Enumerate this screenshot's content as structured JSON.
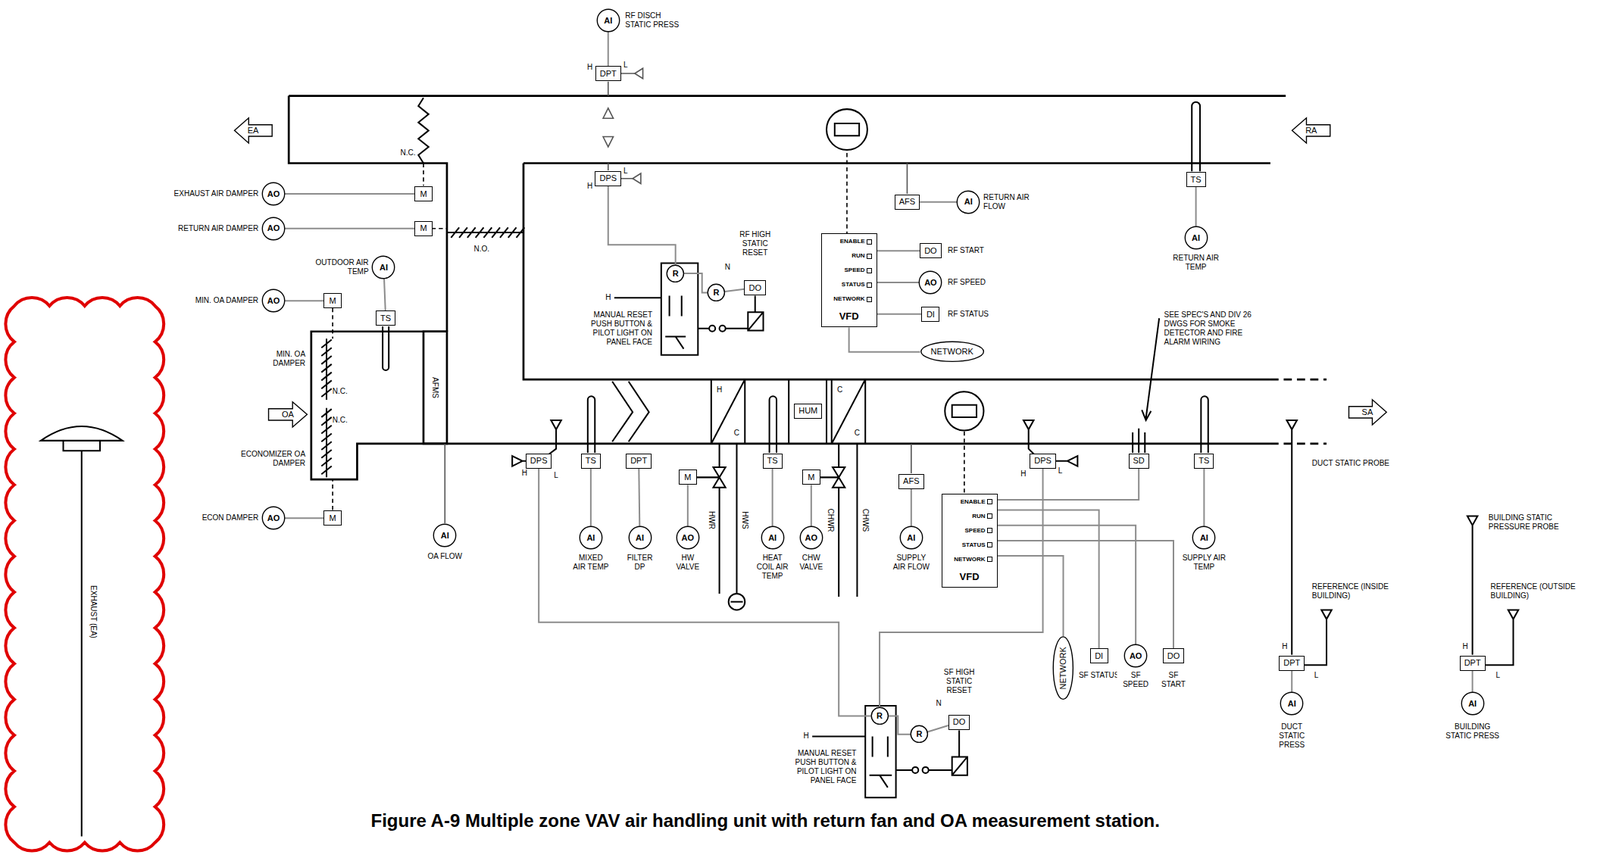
{
  "diagram": {
    "caption": "Figure A-9 Multiple zone VAV air handling unit with return fan and OA measurement station.",
    "nodes": [
      {
        "text": [
          "AI"
        ]
      },
      {
        "text": [
          "DPT"
        ]
      },
      {
        "text": [
          "EA"
        ]
      },
      {
        "text": [
          "RA"
        ]
      },
      {
        "text": [
          "DPS"
        ]
      },
      {
        "text": [
          "AO"
        ]
      },
      {
        "text": [
          "M"
        ]
      },
      {
        "text": [
          "AO"
        ]
      },
      {
        "text": [
          "M"
        ]
      },
      {
        "text": [
          "AFS"
        ]
      },
      {
        "text": [
          "AI"
        ]
      },
      {
        "text": [
          "TS"
        ]
      },
      {
        "text": [
          "ENABLE",
          "RUN",
          "SPEED",
          "STATUS",
          "NETWORK",
          "VFD"
        ]
      },
      {
        "text": [
          "DO"
        ]
      },
      {
        "text": [
          "AO"
        ]
      },
      {
        "text": [
          "DI"
        ]
      },
      {
        "text": [
          "NETWORK"
        ]
      },
      {
        "text": [
          "AI"
        ]
      },
      {
        "text": [
          "AI"
        ]
      },
      {
        "text": [
          "R"
        ]
      },
      {
        "text": [
          "R"
        ]
      },
      {
        "text": [
          "DO"
        ]
      },
      {
        "text": [
          "AO"
        ]
      },
      {
        "text": [
          "M"
        ]
      },
      {
        "text": [
          "TS"
        ]
      },
      {
        "text": [
          "OA"
        ]
      },
      {
        "text": [
          "HUM"
        ]
      },
      {
        "text": [
          "SA"
        ]
      },
      {
        "text": [
          "DPS"
        ]
      },
      {
        "text": [
          "TS"
        ]
      },
      {
        "text": [
          "DPT"
        ]
      },
      {
        "text": [
          "M"
        ]
      },
      {
        "text": [
          "TS"
        ]
      },
      {
        "text": [
          "M"
        ]
      },
      {
        "text": [
          "AFS"
        ]
      },
      {
        "text": [
          "ENABLE",
          "RUN",
          "SPEED",
          "STATUS",
          "NETWORK",
          "VFD"
        ]
      },
      {
        "text": [
          "DPS"
        ]
      },
      {
        "text": [
          "SD"
        ]
      },
      {
        "text": [
          "TS"
        ]
      },
      {
        "text": [
          "AO"
        ]
      },
      {
        "text": [
          "M"
        ]
      },
      {
        "text": [
          "AI"
        ]
      },
      {
        "text": [
          "AI"
        ]
      },
      {
        "text": [
          "AI"
        ]
      },
      {
        "text": [
          "AO"
        ]
      },
      {
        "text": [
          "AI"
        ]
      },
      {
        "text": [
          "AO"
        ]
      },
      {
        "text": [
          "AI"
        ]
      },
      {
        "text": [
          "AI"
        ]
      },
      {
        "text": [
          "NETWORK"
        ]
      },
      {
        "text": [
          "DI"
        ]
      },
      {
        "text": [
          "AO"
        ]
      },
      {
        "text": [
          "DO"
        ]
      },
      {
        "text": [
          "DPT"
        ]
      },
      {
        "text": [
          "AI"
        ]
      },
      {
        "text": [
          "DPT"
        ]
      },
      {
        "text": [
          "AI"
        ]
      },
      {
        "text": [
          "R"
        ]
      },
      {
        "text": [
          "R"
        ]
      },
      {
        "text": [
          "DO"
        ]
      }
    ],
    "edges": [
      {
        "from": 0,
        "to": 1,
        "arrow": "none"
      },
      {
        "from": 5,
        "to": 6,
        "arrow": "none"
      },
      {
        "from": 7,
        "to": 8,
        "arrow": "none"
      },
      {
        "from": 22,
        "to": 23,
        "arrow": "none"
      },
      {
        "from": 39,
        "to": 40,
        "arrow": "none"
      },
      {
        "from": 18,
        "to": 24,
        "arrow": "none"
      },
      {
        "from": 9,
        "to": 10,
        "arrow": "none"
      },
      {
        "from": 11,
        "to": 17,
        "arrow": "none"
      },
      {
        "from": 12,
        "to": 13,
        "arrow": "none"
      },
      {
        "from": 12,
        "to": 14,
        "arrow": "none"
      },
      {
        "from": 12,
        "to": 15,
        "arrow": "none"
      },
      {
        "from": 12,
        "to": 16,
        "arrow": "none"
      },
      {
        "from": 4,
        "to": 19,
        "arrow": "none"
      },
      {
        "from": 19,
        "to": 20,
        "arrow": "none"
      },
      {
        "from": 20,
        "to": 21,
        "arrow": "none"
      },
      {
        "from": 28,
        "to": 57,
        "arrow": "none"
      },
      {
        "from": 29,
        "to": 42,
        "arrow": "none"
      },
      {
        "from": 30,
        "to": 43,
        "arrow": "none"
      },
      {
        "from": 31,
        "to": 44,
        "arrow": "none"
      },
      {
        "from": 32,
        "to": 45,
        "arrow": "none"
      },
      {
        "from": 33,
        "to": 46,
        "arrow": "none"
      },
      {
        "from": 34,
        "to": 47,
        "arrow": "none"
      },
      {
        "from": 38,
        "to": 48,
        "arrow": "none"
      },
      {
        "from": 35,
        "to": 50,
        "arrow": "none"
      },
      {
        "from": 35,
        "to": 51,
        "arrow": "none"
      },
      {
        "from": 35,
        "to": 52,
        "arrow": "none"
      },
      {
        "from": 35,
        "to": 49,
        "arrow": "none"
      },
      {
        "from": 37,
        "to": 35,
        "arrow": "none"
      },
      {
        "from": 36,
        "to": 57,
        "arrow": "none"
      },
      {
        "from": 57,
        "to": 58,
        "arrow": "none"
      },
      {
        "from": 58,
        "to": 59,
        "arrow": "none"
      },
      {
        "from": 53,
        "to": 54,
        "arrow": "none"
      },
      {
        "from": 55,
        "to": 56,
        "arrow": "none"
      }
    ],
    "labels": [
      "RF DISCH STATIC PRESS",
      "H",
      "L",
      "N.C.",
      "EXHAUST AIR DAMPER",
      "H",
      "L",
      "RETURN AIR DAMPER",
      "N.O.",
      "RF HIGH STATIC RESET",
      "N",
      "RETURN AIR FLOW",
      "RF START",
      "RF SPEED",
      "OUTDOOR AIR TEMP",
      "RETURN AIR TEMP",
      "H",
      "MIN. OA DAMPER",
      "RF STATUS",
      "MANUAL RESET PUSH BUTTON & PILOT LIGHT ON PANEL FACE",
      "SEE SPEC'S AND DIV 26 DWGS FOR SMOKE DETECTOR AND FIRE ALARM WIRING",
      "AFMS",
      "MIN. OA DAMPER",
      "N.C.",
      "H",
      "C",
      "C",
      "C",
      "N.C.",
      "ECONOMIZER OA DAMPER",
      "DUCT STATIC PROBE",
      "H",
      "L",
      "H",
      "L",
      "HWR",
      "HWS",
      "CHWR",
      "CHWS",
      "BUILDING STATIC PRESSURE PROBE",
      "ECON DAMPER",
      "OA FLOW",
      "MIXED AIR TEMP",
      "FILTER DP",
      "HW VALVE",
      "HEAT COIL AIR TEMP",
      "CHW VALVE",
      "SUPPLY AIR FLOW",
      "SUPPLY AIR TEMP",
      "REFERENCE (INSIDE BUILDING)",
      "REFERENCE (OUTSIDE BUILDING)",
      "H",
      "L",
      "H",
      "L",
      "SF HIGH STATIC RESET",
      "SF STATUS",
      "SF SPEED",
      "SF START",
      "N",
      "DUCT STATIC PRESS",
      "BUILDING STATIC PRESS",
      "H",
      "MANUAL RESET PUSH BUTTON & PILOT LIGHT ON PANEL FACE",
      "EXHAUST (EA)"
    ]
  }
}
